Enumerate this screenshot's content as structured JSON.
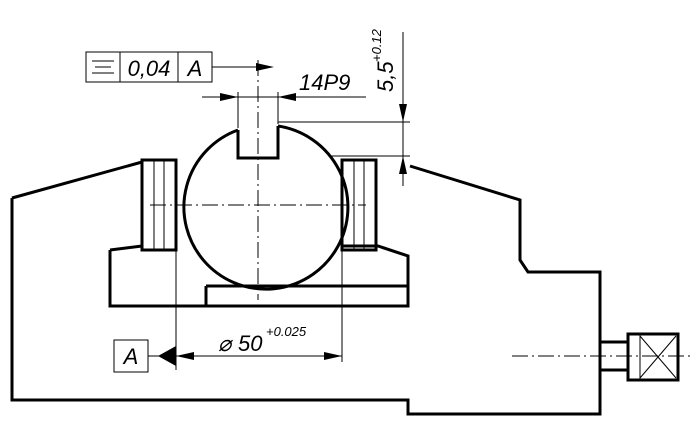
{
  "tolerance_frame": {
    "symbol": "=",
    "value": "0,04",
    "datum": "A"
  },
  "dimensions": {
    "keyway_width": "14P9",
    "keyway_depth": "5,5",
    "keyway_depth_tol": "+0.12",
    "diameter_symbol": "⌀",
    "diameter": "50",
    "diameter_tol": "+0.025"
  },
  "datum_label": "A"
}
